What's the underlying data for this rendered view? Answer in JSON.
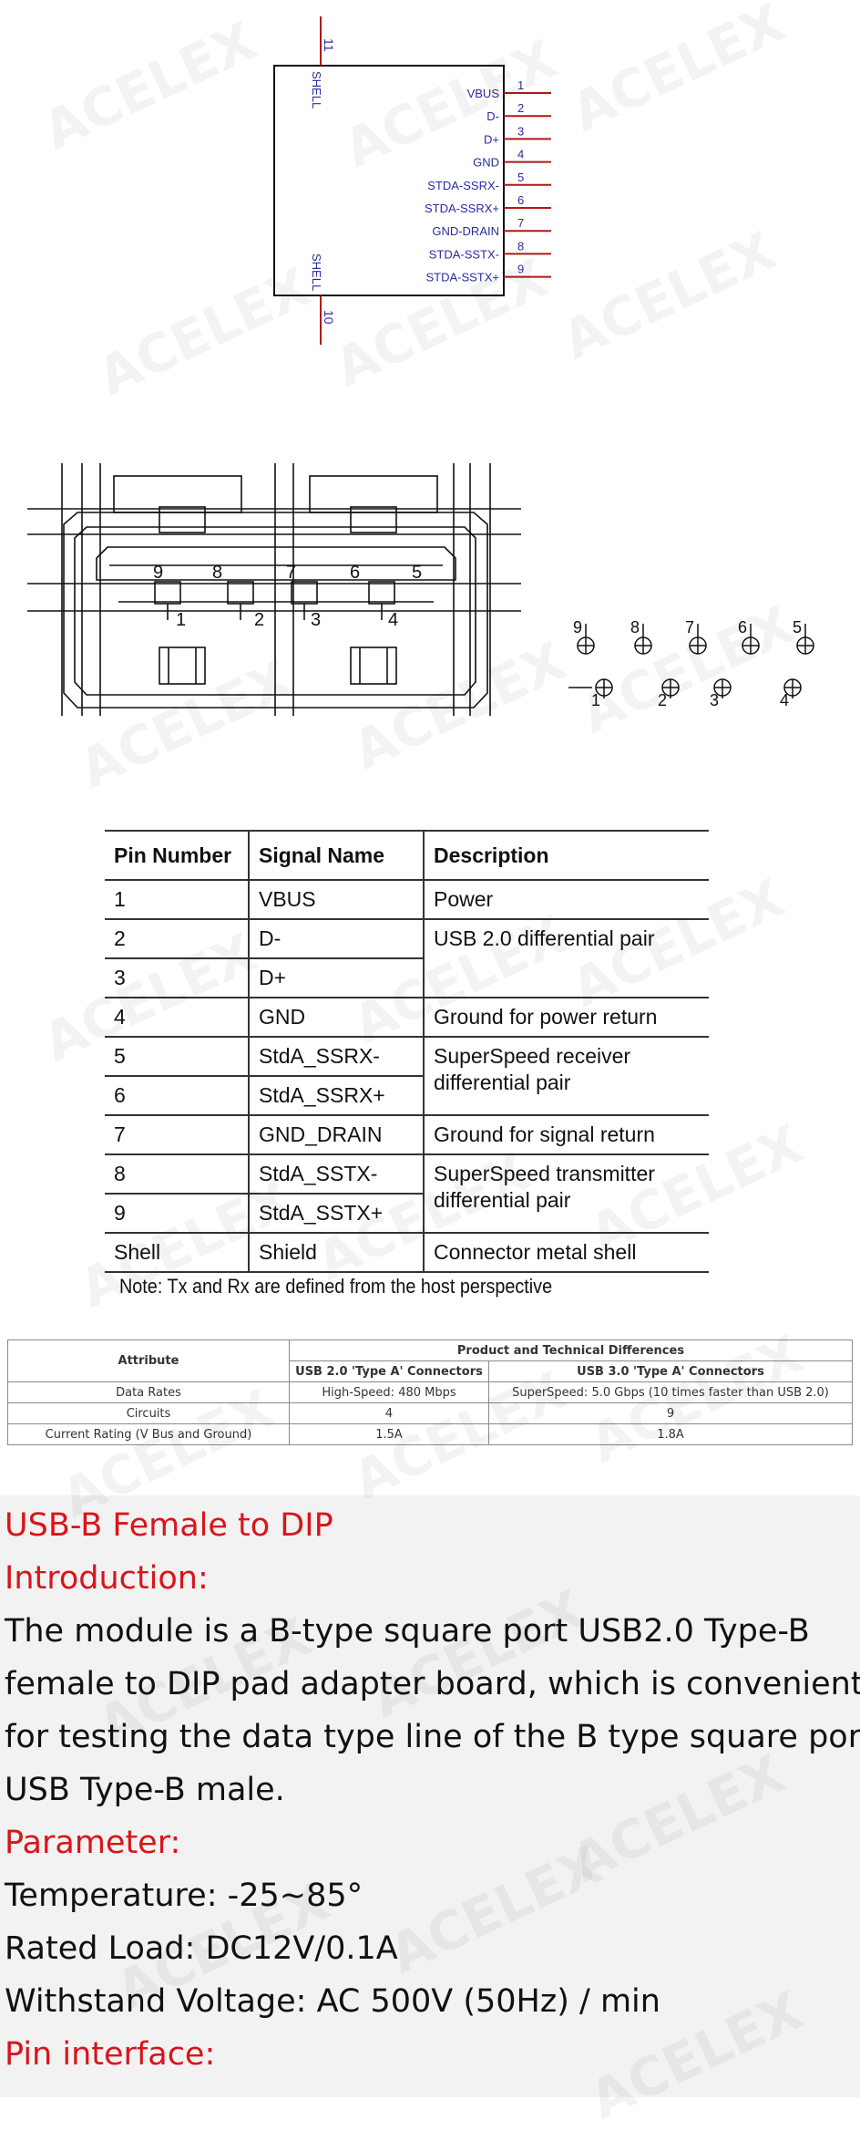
{
  "watermark": "ACELEX",
  "schematic": {
    "pins": [
      {
        "num": "1",
        "label": "VBUS"
      },
      {
        "num": "2",
        "label": "D-"
      },
      {
        "num": "3",
        "label": "D+"
      },
      {
        "num": "4",
        "label": "GND"
      },
      {
        "num": "5",
        "label": "STDA-SSRX-"
      },
      {
        "num": "6",
        "label": "STDA-SSRX+"
      },
      {
        "num": "7",
        "label": "GND-DRAIN"
      },
      {
        "num": "8",
        "label": "STDA-SSTX-"
      },
      {
        "num": "9",
        "label": "STDA-SSTX+"
      }
    ],
    "shell_top": {
      "num": "11",
      "label": "SHELL"
    },
    "shell_bottom": {
      "num": "10",
      "label": "SHELL"
    }
  },
  "drawing": {
    "top_numbers": [
      "9",
      "8",
      "7",
      "6",
      "5"
    ],
    "bottom_numbers": [
      "1",
      "2",
      "3",
      "4"
    ],
    "footprint_top": [
      "9",
      "8",
      "7",
      "6",
      "5"
    ],
    "footprint_bottom": [
      "1",
      "2",
      "3",
      "4"
    ]
  },
  "pin_table": {
    "headers": [
      "Pin Number",
      "Signal Name",
      "Description"
    ],
    "rows": [
      {
        "pin": "1",
        "signal": "VBUS",
        "desc": "Power",
        "span": 1
      },
      {
        "pin": "2",
        "signal": "D-",
        "desc": "USB 2.0 differential pair",
        "span": 2
      },
      {
        "pin": "3",
        "signal": "D+",
        "desc": null,
        "span": 0
      },
      {
        "pin": "4",
        "signal": "GND",
        "desc": "Ground for power return",
        "span": 1
      },
      {
        "pin": "5",
        "signal": "StdA_SSRX-",
        "desc": "SuperSpeed receiver differential pair",
        "span": 2
      },
      {
        "pin": "6",
        "signal": "StdA_SSRX+",
        "desc": null,
        "span": 0
      },
      {
        "pin": "7",
        "signal": "GND_DRAIN",
        "desc": "Ground for signal return",
        "span": 1
      },
      {
        "pin": "8",
        "signal": "StdA_SSTX-",
        "desc": "SuperSpeed transmitter differential pair",
        "span": 2
      },
      {
        "pin": "9",
        "signal": "StdA_SSTX+",
        "desc": null,
        "span": 0
      },
      {
        "pin": "Shell",
        "signal": "Shield",
        "desc": "Connector metal shell",
        "span": 1
      }
    ],
    "note": "Note:  Tx and Rx are defined from the host perspective"
  },
  "comparison_table": {
    "attribute_header": "Attribute",
    "group_header": "Product and Technical Differences",
    "col_usb2": "USB 2.0 'Type A' Connectors",
    "col_usb3": "USB 3.0 'Type A' Connectors",
    "rows": [
      {
        "attr": "Data Rates",
        "usb2": "High-Speed: 480 Mbps",
        "usb3": "SuperSpeed: 5.0 Gbps (10 times faster than USB 2.0)"
      },
      {
        "attr": "Circuits",
        "usb2": "4",
        "usb3": "9"
      },
      {
        "attr": "Current Rating (V Bus and Ground)",
        "usb2": "1.5A",
        "usb3": "1.8A"
      }
    ]
  },
  "description": {
    "title": "USB-B Female to DIP",
    "intro_heading": "Introduction:",
    "intro_lines": [
      "The module is a B-type square port USB2.0 Type-B",
      "female to DIP pad adapter board, which is convenient",
      "for testing the data type line of the B type square port",
      "USB Type-B male."
    ],
    "param_heading": "Parameter:",
    "params": [
      "Temperature: -25~85°",
      "Rated Load: DC12V/0.1A",
      "Withstand Voltage: AC 500V (50Hz) / min"
    ],
    "pin_heading": "Pin interface:"
  },
  "colors": {
    "heading_red": "#d8151b",
    "schematic_blue": "#2b2ba0",
    "pin_red": "#b01818"
  }
}
